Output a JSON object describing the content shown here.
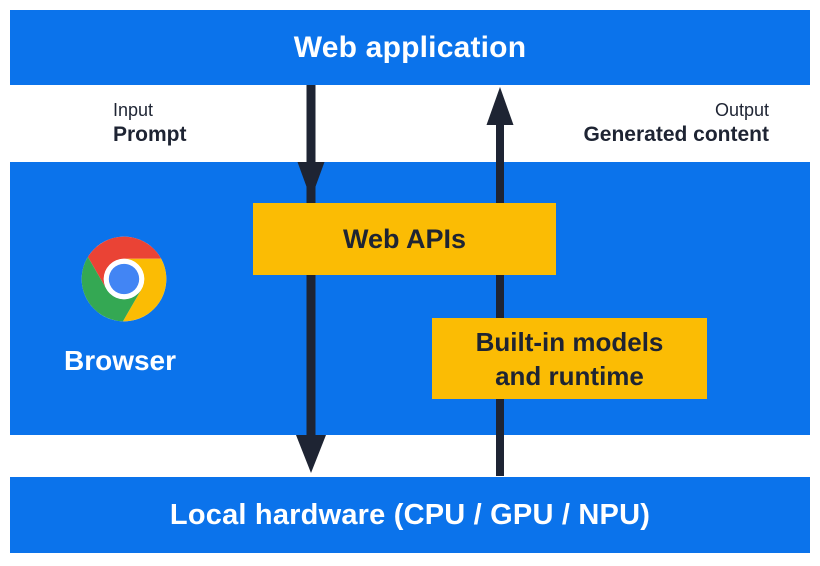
{
  "colors": {
    "blue": "#0b73eb",
    "yellow": "#fbbc04",
    "ink": "#1e2433",
    "logo_red": "#ea4335",
    "logo_yellow": "#fbbc04",
    "logo_green": "#34a853",
    "logo_blue": "#4285f4"
  },
  "top_bar": {
    "label": "Web application"
  },
  "flow_labels": {
    "input": {
      "caption": "Input",
      "value": "Prompt"
    },
    "output": {
      "caption": "Output",
      "value": "Generated content"
    }
  },
  "browser": {
    "label": "Browser",
    "logo_icon": "chrome-logo"
  },
  "boxes": {
    "web_apis": {
      "label": "Web APIs"
    },
    "builtin": {
      "line1": "Built-in models",
      "line2": "and runtime"
    }
  },
  "bottom_bar": {
    "label": "Local hardware (CPU / GPU / NPU)"
  }
}
